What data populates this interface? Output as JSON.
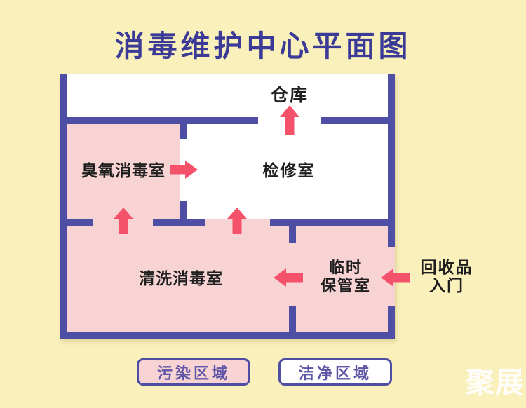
{
  "title": "消毒维护中心平面图",
  "colors": {
    "background": "#FAF0BC",
    "wall": "#4E4EA5",
    "contaminated_fill": "#F8D3D4",
    "clean_fill": "#FFFFFF",
    "arrow": "#F4526B",
    "title_text": "#3B3B97",
    "label_text": "#1E1E1E",
    "legend_text": "#5F55A6",
    "watermark_text": "#FFFFFF"
  },
  "floorplan": {
    "rooms": [
      {
        "name": "warehouse",
        "label": "仓库",
        "zone": "clean"
      },
      {
        "name": "ozone-disinfection-room",
        "label": "臭氧消毒室",
        "zone": "contaminated"
      },
      {
        "name": "inspection-room",
        "label": "检修室",
        "zone": "clean"
      },
      {
        "name": "cleaning-disinfection-room",
        "label": "清洗消毒室",
        "zone": "contaminated"
      },
      {
        "name": "temporary-storage-room",
        "label_line1": "临时",
        "label_line2": "保管室",
        "zone": "contaminated"
      }
    ],
    "entrance_label": {
      "line1": "回收品",
      "line2": "入门"
    },
    "flow_arrows": [
      {
        "from": "inspection-room",
        "to": "warehouse",
        "direction": "up"
      },
      {
        "from": "ozone-disinfection-room",
        "to": "inspection-room",
        "direction": "right"
      },
      {
        "from": "cleaning-disinfection-room",
        "to": "ozone-disinfection-room",
        "direction": "up"
      },
      {
        "from": "cleaning-disinfection-room",
        "to": "inspection-room",
        "direction": "up"
      },
      {
        "from": "temporary-storage-room",
        "to": "cleaning-disinfection-room",
        "direction": "left"
      },
      {
        "from": "outside-recycled-items",
        "to": "temporary-storage-room",
        "direction": "left"
      }
    ]
  },
  "legend": {
    "items": [
      {
        "label": "污染区域",
        "zone": "contaminated"
      },
      {
        "label": "洁净区域",
        "zone": "clean"
      }
    ]
  },
  "watermark": "聚展"
}
